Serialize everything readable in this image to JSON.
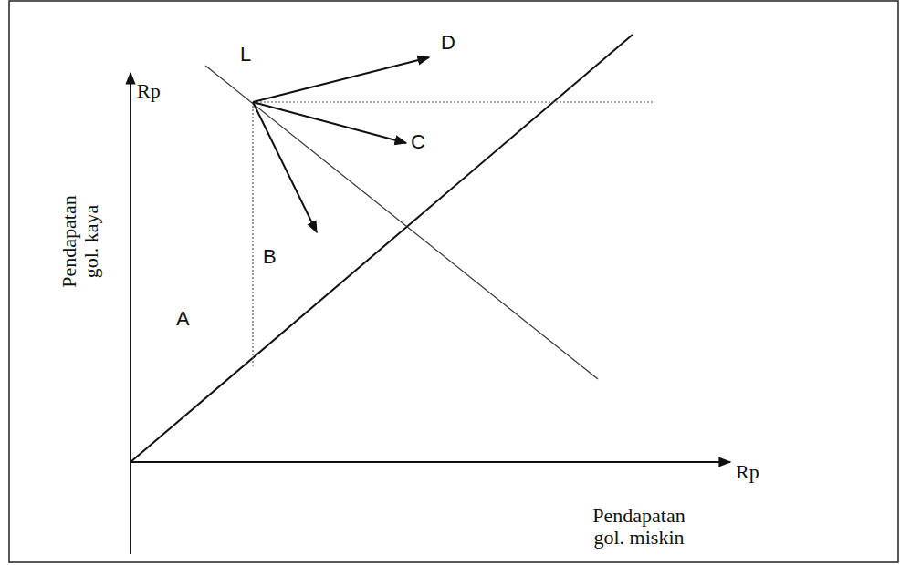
{
  "diagram": {
    "labels": [
      "Rp",
      "L",
      "D",
      "C",
      "B",
      "A",
      "Pendapatan gol. kaya",
      "Rp",
      "Pendapatan gol. miskin"
    ]
  }
}
